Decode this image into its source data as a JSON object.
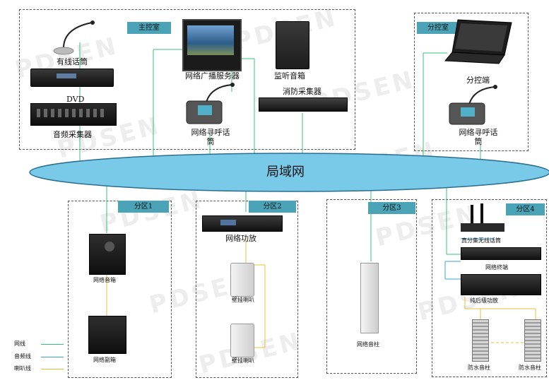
{
  "watermark": "PDSEN",
  "lan_label": "局域网",
  "rooms": {
    "main": "主控室",
    "branch": "分控室",
    "zone1": "分区1",
    "zone2": "分区2",
    "zone3": "分区3",
    "zone4": "分区4"
  },
  "devices": {
    "wired_mic": "有线话筒",
    "dvd": "DVD",
    "audio_collector": "音频采集器",
    "broadcast_server": "网络广播服务器",
    "monitor_speaker": "监听音箱",
    "fire_collector": "消防采集器",
    "paging_mic_main": "网络寻呼话筒",
    "branch_terminal": "分控端",
    "paging_mic_branch": "网络寻呼话筒",
    "network_speaker": "网络音箱",
    "subwoofer": "网络副箱",
    "network_amp": "网络功放",
    "wall_speaker_1": "壁挂喇叭",
    "wall_speaker_2": "壁挂喇叭",
    "column_speaker": "网络音柱",
    "wireless_mic": "真分集无线话筒",
    "network_terminal": "网络终端",
    "pure_amp": "纯后级功放",
    "waterproof_col_1": "防水音柱",
    "waterproof_col_2": "防水音柱"
  },
  "legend": [
    {
      "label": "网线",
      "color": "#3cbf7a"
    },
    {
      "label": "音频线",
      "color": "#3aa6d9"
    },
    {
      "label": "喇叭线",
      "color": "#e6c23a"
    }
  ]
}
